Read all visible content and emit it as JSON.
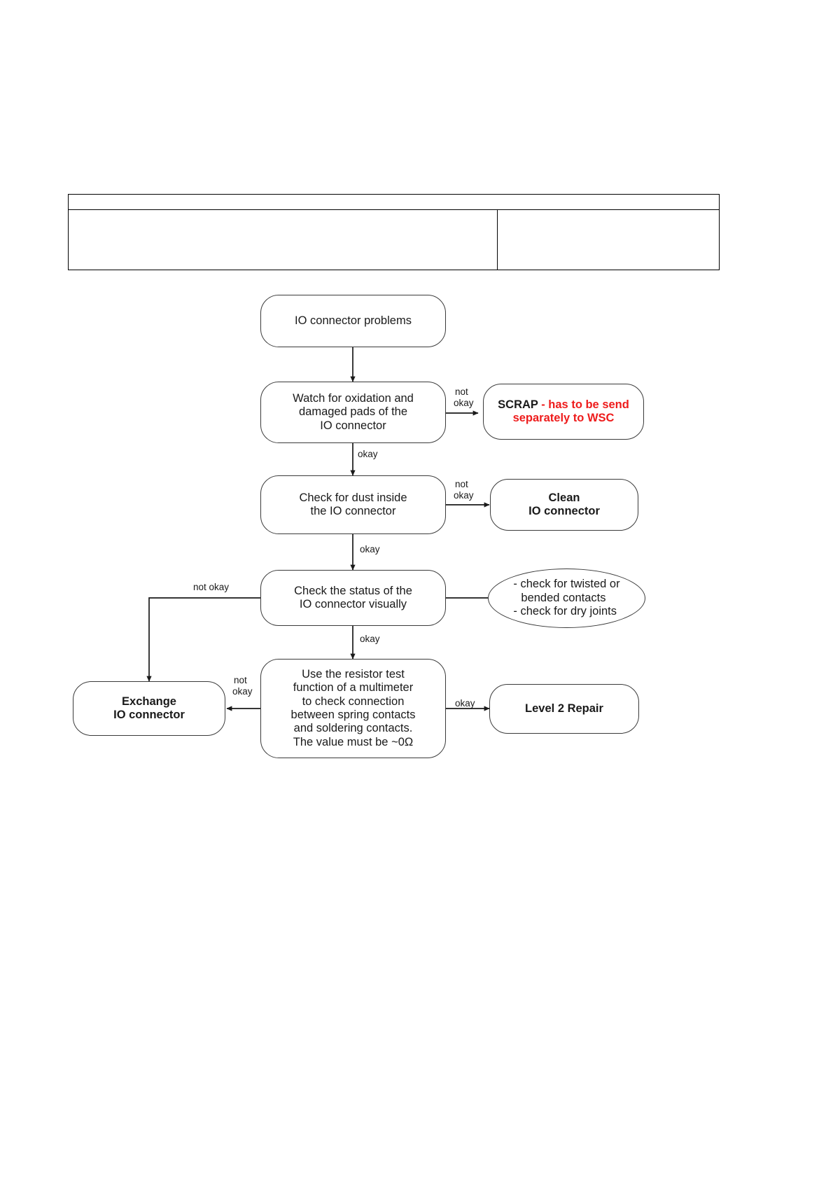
{
  "document": {
    "header_table": {
      "top_row_text": "",
      "left_cell_text": "",
      "right_cell_text": ""
    }
  },
  "chart_data": {
    "type": "diagram",
    "title": "IO connector problems troubleshooting flowchart",
    "nodes": [
      {
        "id": "start",
        "label": "IO connector problems",
        "shape": "rounded",
        "bold": false
      },
      {
        "id": "oxidation",
        "label": "Watch for oxidation and damaged pads of the IO connector",
        "shape": "rounded",
        "bold": false
      },
      {
        "id": "scrap",
        "label": "SCRAP - has to be send separately to WSC",
        "shape": "rounded",
        "bold": true,
        "label_parts": {
          "black": "SCRAP",
          "red": "- has to be send separately to WSC"
        }
      },
      {
        "id": "dust",
        "label": "Check for dust inside the IO connector",
        "shape": "rounded",
        "bold": false
      },
      {
        "id": "clean",
        "label": "Clean IO connector",
        "shape": "rounded",
        "bold": true
      },
      {
        "id": "visual",
        "label": "Check the status of the IO connector visually",
        "shape": "rounded",
        "bold": false
      },
      {
        "id": "hints",
        "label": "- check for twisted or bended contacts - check for dry joints",
        "shape": "ellipse",
        "bold": false
      },
      {
        "id": "multimeter",
        "label": "Use the resistor test function of a multimeter to check connection between spring contacts and soldering contacts. The value must be ~0Ω",
        "shape": "rounded",
        "bold": false
      },
      {
        "id": "exchange",
        "label": "Exchange IO connector",
        "shape": "rounded",
        "bold": true
      },
      {
        "id": "level2",
        "label": "Level 2 Repair",
        "shape": "rounded",
        "bold": true
      }
    ],
    "edges": [
      {
        "from": "start",
        "to": "oxidation",
        "label": ""
      },
      {
        "from": "oxidation",
        "to": "scrap",
        "label": "not okay"
      },
      {
        "from": "oxidation",
        "to": "dust",
        "label": "okay"
      },
      {
        "from": "dust",
        "to": "clean",
        "label": "not okay"
      },
      {
        "from": "dust",
        "to": "visual",
        "label": "okay"
      },
      {
        "from": "visual",
        "to": "hints",
        "label": ""
      },
      {
        "from": "visual",
        "to": "exchange",
        "label": "not okay"
      },
      {
        "from": "visual",
        "to": "multimeter",
        "label": "okay"
      },
      {
        "from": "multimeter",
        "to": "exchange",
        "label": "not okay"
      },
      {
        "from": "multimeter",
        "to": "level2",
        "label": "okay"
      }
    ],
    "colors": {
      "node_border": "#3a3a3a",
      "text": "#1a1a1a",
      "accent_red": "#ee1c1c",
      "background": "#ffffff"
    }
  },
  "nodes": {
    "start": {
      "line1": "IO connector problems"
    },
    "oxidation": {
      "line1": "Watch for oxidation and",
      "line2": "damaged pads of the",
      "line3": "IO connector"
    },
    "scrap": {
      "black": "SCRAP",
      "red1": " - has to be send",
      "red2": "separately to WSC"
    },
    "dust": {
      "line1": "Check for dust inside",
      "line2": "the IO connector"
    },
    "clean": {
      "line1": "Clean",
      "line2": "IO connector"
    },
    "visual": {
      "line1": "Check the status of the",
      "line2": "IO connector visually"
    },
    "hints": {
      "line1": "- check for twisted or",
      "line2": "bended contacts",
      "line3": "- check for dry joints"
    },
    "multimeter": {
      "line1": "Use the resistor test",
      "line2": "function of a multimeter",
      "line3": "to check connection",
      "line4": "between spring contacts",
      "line5": "and soldering contacts.",
      "line6": "The value must be ~0Ω"
    },
    "exchange": {
      "line1": "Exchange",
      "line2": "IO connector"
    },
    "level2": {
      "line1": "Level 2 Repair"
    }
  },
  "edge_labels": {
    "oxidation_scrap_1": "not",
    "oxidation_scrap_2": "okay",
    "oxidation_dust": "okay",
    "dust_clean_1": "not",
    "dust_clean_2": "okay",
    "dust_visual": "okay",
    "visual_exchange": "not okay",
    "visual_multimeter": "okay",
    "multimeter_exchange_1": "not",
    "multimeter_exchange_2": "okay",
    "multimeter_level2": "okay"
  }
}
